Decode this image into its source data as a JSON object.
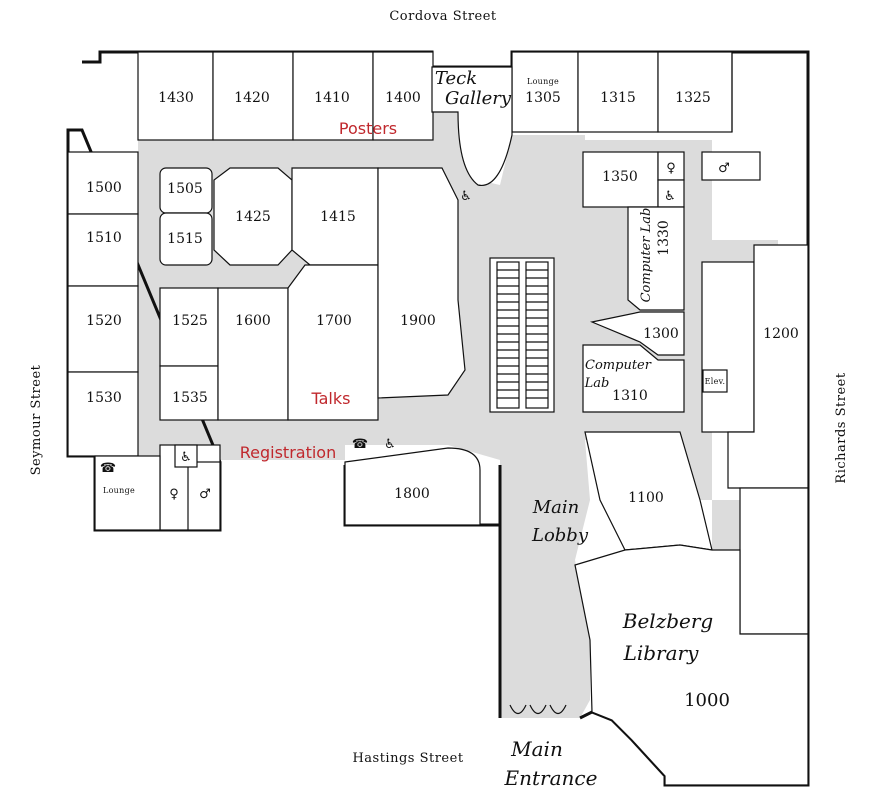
{
  "streets": {
    "north": "Cordova Street",
    "south": "Hastings Street",
    "west": "Seymour Street",
    "east": "Richards Street"
  },
  "rooms": {
    "r1430": "1430",
    "r1420": "1420",
    "r1410": "1410",
    "r1400": "1400",
    "r1305": "1305",
    "r1315": "1315",
    "r1325": "1325",
    "r1500": "1500",
    "r1510": "1510",
    "r1520": "1520",
    "r1530": "1530",
    "r1505": "1505",
    "r1515": "1515",
    "r1425": "1425",
    "r1415": "1415",
    "r1525": "1525",
    "r1535": "1535",
    "r1600": "1600",
    "r1700": "1700",
    "r1900": "1900",
    "r1350": "1350",
    "r1330": "1330",
    "r1300": "1300",
    "r1310": "1310",
    "r1200": "1200",
    "r1800": "1800",
    "r1100": "1100",
    "r1000": "1000"
  },
  "named_spaces": {
    "teck_line1": "Teck",
    "teck_line2": "Gallery",
    "lounge_top": "Lounge",
    "lounge_left": "Lounge",
    "computer_lab_vertical": "Computer Lab",
    "computer_lab_line1": "Computer",
    "computer_lab_line2": "Lab",
    "elev": "Elev.",
    "main_lobby_line1": "Main",
    "main_lobby_line2": "Lobby",
    "library_line1": "Belzberg",
    "library_line2": "Library",
    "entrance_line1": "Main",
    "entrance_line2": "Entrance"
  },
  "events": {
    "posters": "Posters",
    "talks": "Talks",
    "registration": "Registration"
  },
  "icons": [
    "wheelchair-icon",
    "restroom-female-icon",
    "restroom-male-icon",
    "telephone-icon",
    "escalator-icon"
  ],
  "colors": {
    "event_label": "#c0282d",
    "corridor": "#dcdcdc"
  }
}
